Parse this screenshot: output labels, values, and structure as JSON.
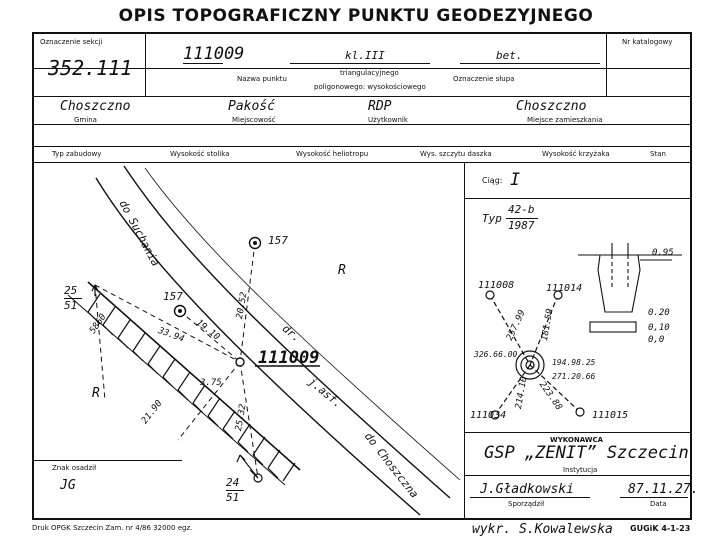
{
  "title": "OPIS TOPOGRAFICZNY PUNKTU GEODEZYJNEGO",
  "header": {
    "section_label": "Oznaczenie sekcji",
    "section_value": "352.111",
    "point_number": "111009",
    "point_class": "kl.III",
    "point_material": "bet.",
    "catalog_label": "Nr katalogowy",
    "name_label": "Nazwa punktu",
    "type_line1": "triangulacyjnego",
    "type_line2": "poligonowego: wysokościowego",
    "pole_label": "Oznaczenie słupa"
  },
  "location": {
    "gmina_value": "Choszczno",
    "gmina_label": "Gmina",
    "town_value": "Pakość",
    "town_label": "Miejscowość",
    "user_value": "RDP",
    "user_label": "Użytkownik",
    "residence_value": "Choszczno",
    "residence_label": "Miejsce zamieszkania"
  },
  "heights_row": {
    "build_type": "Typ zabudowy",
    "table_height": "Wysokość stolika",
    "heliotrope_height": "Wysokość heliotropu",
    "plate_height": "Wys. szczytu daszka",
    "cross_height": "Wysokość krzyżaka",
    "state": "Stan"
  },
  "sketch": {
    "road_north": "do Suchania",
    "road_south": "do Choszczna",
    "road_label_1": "dr.",
    "road_label_2": "j.asf.",
    "point_label": "111009",
    "ref_point_a": "157",
    "ref_point_b": "157",
    "letter_r1": "R",
    "letter_r2": "R",
    "frac_left_top": "25",
    "frac_left_bottom": "51",
    "frac_bottom_top": "24",
    "frac_bottom_bottom": "51",
    "dist_1": "5860",
    "dist_2": "33.94",
    "dist_3": "19.10",
    "dist_4": "20.52",
    "dist_5": "3.75",
    "dist_6": "21.90",
    "dist_7": "25.32"
  },
  "right_panel": {
    "ciag_label": "Ciąg:",
    "ciag_value": "I",
    "typ_label": "Typ",
    "typ_top": "42-b",
    "typ_bottom": "1987",
    "depth_095": "0.95",
    "depth_020": "0.20",
    "depth_010": "0,10",
    "depth_00": "0,0",
    "p_nw": "111008",
    "p_ne": "111014",
    "p_sw": "111034",
    "p_se": "111015",
    "d_nw": "257.99",
    "d_ne": "181.59",
    "d_sw": "214.10",
    "d_se": "223.88",
    "ang_left": "326.66.00",
    "ang_right_1": "194.98.25",
    "ang_right_2": "271.20.66"
  },
  "contractor": {
    "label": "WYKONAWCA",
    "name": "GSP „ZENIT” Szczecin",
    "institution_label": "Instytucja",
    "author_value": "J.Gładkowski",
    "author_label": "Sporządził",
    "date_value": "87.11.27.",
    "date_label": "Data"
  },
  "mark": {
    "label": "Znak osadził",
    "value": "JG"
  },
  "footer": {
    "print_info": "Druk OPGK Szczecin Zam. nr 4/86  32000 egz.",
    "drawn_by": "wykr. S.Kowalewska",
    "form_code": "GUGiK 4-1-23"
  }
}
